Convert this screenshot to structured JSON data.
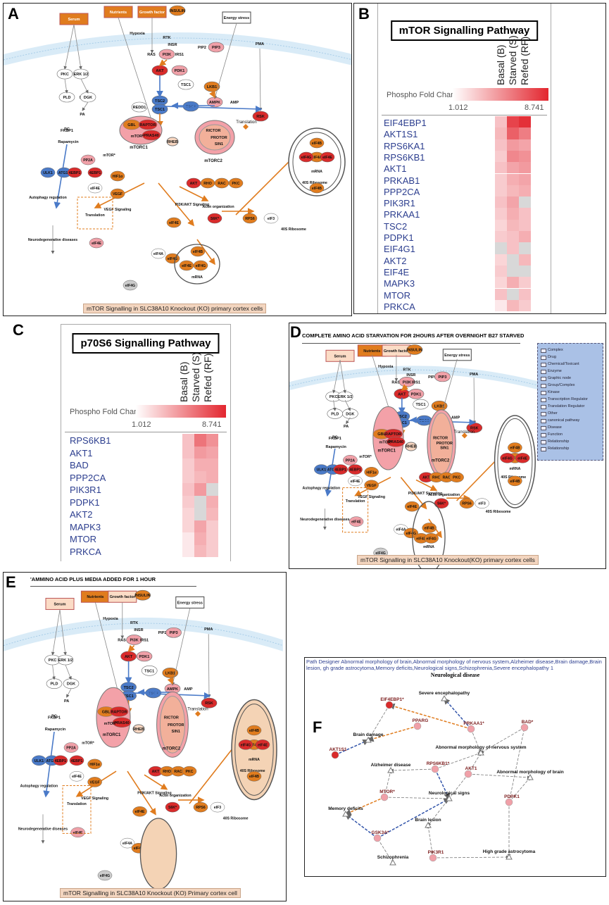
{
  "panels": {
    "A": {
      "label": "A",
      "caption": "mTOR Signalling in SLC38A10 Knockout (KO) primary cortex cells",
      "header": ""
    },
    "B": {
      "label": "B",
      "title": "mTOR Signalling Pathway",
      "columns": [
        "Basal (B)",
        "Starved (S)",
        "Refed (RF)"
      ],
      "scale_label": "Phospho Fold Change",
      "scale_min": "1.012",
      "scale_max": "8.741",
      "genes": [
        "EIF4EBP1",
        "AKT1S1",
        "RPS6KA1",
        "RPS6KB1",
        "AKT1",
        "PRKAB1",
        "PPP2CA",
        "PIK3R1",
        "PRKAA1",
        "TSC2",
        "PDPK1",
        "EIF4G1",
        "AKT2",
        "EIF4E",
        "MAPK3",
        "MTOR",
        "PRKCA"
      ],
      "values": [
        [
          0.2,
          0.85,
          0.95
        ],
        [
          0.25,
          0.7,
          0.55
        ],
        [
          0.2,
          0.4,
          0.35
        ],
        [
          0.15,
          0.5,
          0.45
        ],
        [
          0.2,
          0.35,
          0.4
        ],
        [
          0.15,
          0.3,
          0.35
        ],
        [
          0.15,
          0.25,
          0.3
        ],
        [
          0.2,
          0.35,
          -1
        ],
        [
          0.15,
          0.3,
          0.2
        ],
        [
          0.1,
          0.25,
          0.2
        ],
        [
          0.15,
          0.2,
          0.3
        ],
        [
          -1,
          0.2,
          -1
        ],
        [
          0.1,
          -1,
          0.25
        ],
        [
          0.15,
          -1,
          -1
        ],
        [
          0.1,
          0.3,
          0.15
        ],
        [
          0.2,
          -1,
          0.2
        ],
        [
          0.0,
          0.25,
          0.15
        ]
      ]
    },
    "C": {
      "label": "C",
      "title": "p70S6 Signalling Pathway",
      "columns": [
        "Basal (B)",
        "Starved (S)",
        "Refed (RF)"
      ],
      "scale_label": "Phospho Fold Change",
      "scale_min": "1.012",
      "scale_max": "8.741",
      "genes": [
        "RPS6KB1",
        "AKT1",
        "BAD",
        "PPP2CA",
        "PIK3R1",
        "PDPK1",
        "AKT2",
        "MAPK3",
        "MTOR",
        "PRKCA"
      ],
      "values": [
        [
          0.2,
          0.6,
          0.45
        ],
        [
          0.2,
          0.4,
          0.35
        ],
        [
          0.15,
          0.3,
          0.3
        ],
        [
          0.15,
          0.25,
          0.3
        ],
        [
          0.2,
          0.4,
          -1
        ],
        [
          0.15,
          -1,
          0.3
        ],
        [
          0.1,
          -1,
          0.25
        ],
        [
          0.1,
          0.35,
          0.15
        ],
        [
          0.0,
          0.3,
          0.15
        ],
        [
          0.0,
          0.25,
          0.15
        ]
      ]
    },
    "D": {
      "label": "D",
      "header": "COMPLETE AMINO ACID STARVATION FOR 2HOURS AFTER OVERNIGHT B27 STARVED",
      "caption": "mTOR Signalling in SLC38A10 Knockout(KO) primary cortex cells",
      "legend": [
        "Complex",
        "Drug",
        "Chemical/Toxicant",
        "Enzyme",
        "Graphic node",
        "Group/Complex",
        "Kinase",
        "Transcription Regulator",
        "Translation Regulator",
        "Other",
        "canonical pathway",
        "Disease",
        "Function",
        "Relationship",
        "Relationship"
      ]
    },
    "E": {
      "label": "E",
      "header": "'AMMINO ACID PLUS MEDIA ADDED FOR 1 HOUR",
      "caption": "mTOR Signalling in SLC38A10 Knockout (KO) Primary cortex cell"
    },
    "F": {
      "label": "F",
      "header": "Path Designer Abnormal morphology of brain,Abnormal morphology of nervous system,Alzheimer disease,Brain damage,Brain lesion, gh grade astrocytoma,Memory deficits,Neurological signs,Schizophrenia,Severe encephalopathy 1",
      "subtitle": "Neurological disease",
      "nodes": [
        "Severe encephalopathy",
        "EIF4EBP1*",
        "PPARG",
        "PRKAA1*",
        "BAD*",
        "Brain damage",
        "Abnormal morphology of nervous system",
        "AKT1S1",
        "Alzheimer disease",
        "RPS6KB1*",
        "AKT1",
        "Abnormal morphology of brain",
        "MTOR*",
        "Neurological signs",
        "PDPK1",
        "Memory deficits",
        "Brain lesion",
        "GSK3A*",
        "Schizophrenia",
        "PIK3R1",
        "High grade astrocytoma"
      ]
    }
  },
  "pathway_labels": {
    "top": [
      "Serum",
      "Nutrients",
      "Growth factor",
      "INSULIN",
      "Energy stress",
      "PMA",
      "Hypoxia",
      "RTK",
      "INSR",
      "RAS",
      "PI3K",
      "IRS1",
      "PIP2",
      "PIP3",
      "PKC",
      "ERK 1/2",
      "DAG",
      "PLD",
      "DGK",
      "PA",
      "AKT",
      "PDK1",
      "REDD1",
      "TSC2",
      "TSC1",
      "LKB1",
      "AMPK",
      "AMP",
      "RSK",
      "FKBP1",
      "Rapamycin",
      "PC"
    ],
    "complex": [
      "GBL",
      "RAPTOR",
      "PRAS40",
      "mTOR*",
      "mTORC1",
      "RHEB",
      "RICTOR",
      "PROTOR",
      "SIN1",
      "mTORC2",
      "Translation"
    ],
    "lower": [
      "ULK1",
      "ATG13",
      "Autophagy regulation",
      "Neurodegenerative diseases",
      "PP2A",
      "4EBP1",
      "4EBP1",
      "mTOR*",
      "eIF4E",
      "HIF1α",
      "VEGF",
      "VEGF Signaling",
      "Translation",
      "AKT",
      "RHO",
      "RAC",
      "PKC",
      "PI3K/AKT Signaling",
      "Actin organization",
      "S6K*",
      "RPS6",
      "eIF3",
      "40S Ribosome",
      "eIF4B",
      "eIF4A",
      "eIF4G",
      "eIF4E",
      "eIF4G",
      "mRNA",
      "40S Ribosome",
      "eIF4B",
      "eIF4E",
      "eIF4A",
      "eIF4G",
      "eIF4B",
      "eIF4E",
      "eIF4G",
      "eIF4A",
      "mRNA",
      "eIF3"
    ]
  },
  "colors": {
    "orange": "#e07c1e",
    "red": "#d92b2b",
    "pink": "#f0a0a8",
    "blue": "#4a7ac8",
    "membrane": "#cfe6f5",
    "heat_low": "#fce8ea",
    "heat_high": "#e3262f",
    "heat_na": "#d8d8d8"
  }
}
